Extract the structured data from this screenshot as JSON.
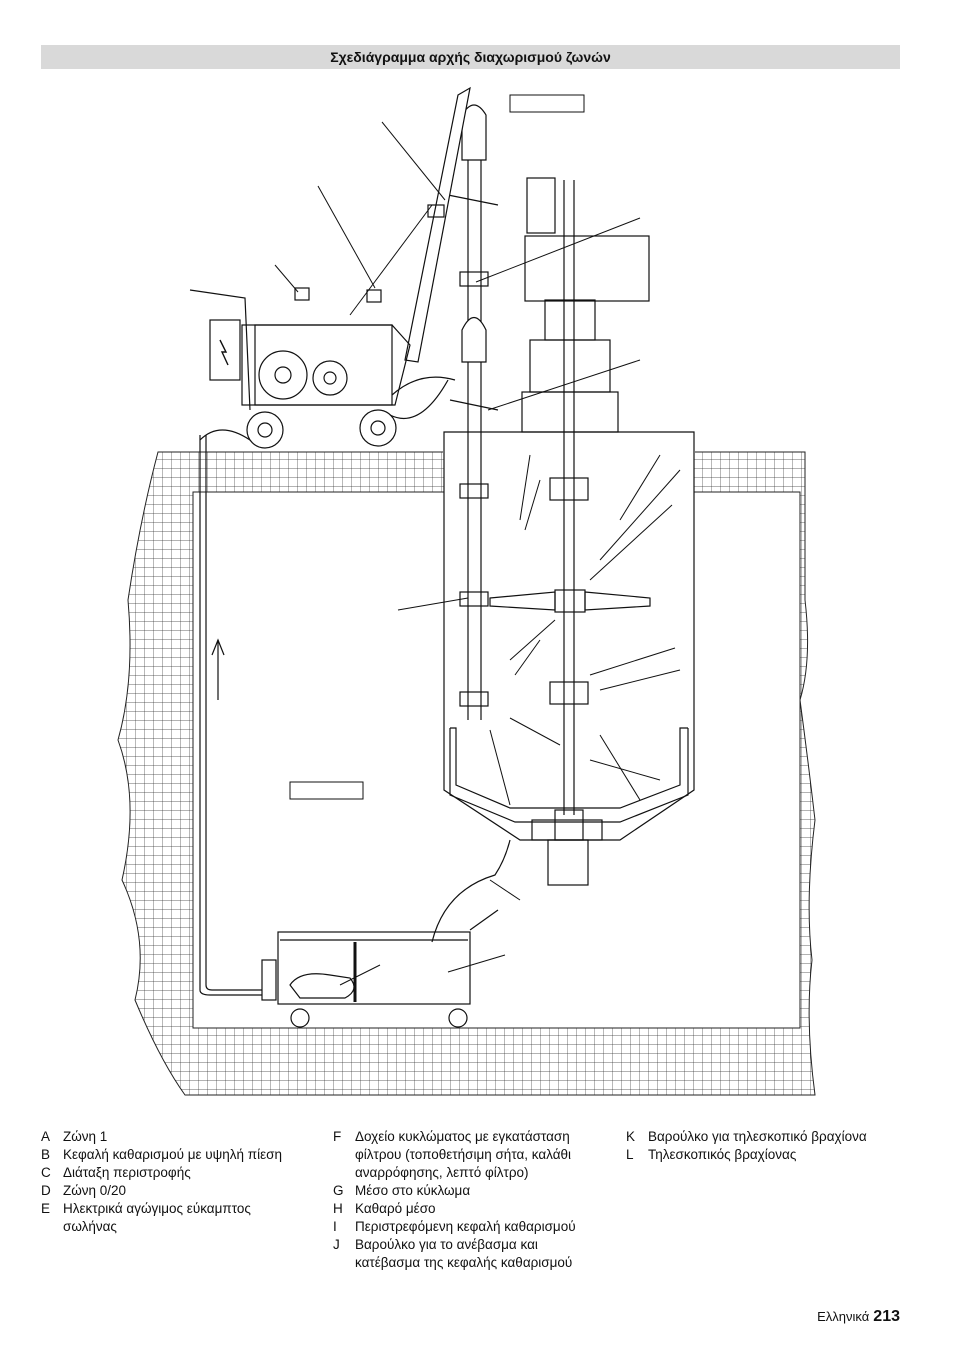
{
  "title": "Σχεδιάγραμμα αρχής διαχωρισμού ζωνών",
  "legend_columns": [
    [
      {
        "key": "A",
        "text": "Ζώνη 1"
      },
      {
        "key": "B",
        "text": "Κεφαλή καθαρισμού με υψηλή πίεση"
      },
      {
        "key": "C",
        "text": "Διάταξη περιστροφής"
      },
      {
        "key": "D",
        "text": "Ζώνη 0/20"
      },
      {
        "key": "E",
        "text": "Ηλεκτρικά αγώγιμος εύκαμπτος\nσωλήνας"
      }
    ],
    [
      {
        "key": "F",
        "text": "Δοχείο κυκλώματος με εγκατάσταση\nφίλτρου (τοποθετήσιμη σήτα, καλάθι\nαναρρόφησης, λεπτό φίλτρο)"
      },
      {
        "key": "G",
        "text": "Μέσο στο κύκλωμα"
      },
      {
        "key": "H",
        "text": "Καθαρό μέσο"
      },
      {
        "key": "I",
        "text": "Περιστρεφόμενη κεφαλή καθαρισμού"
      },
      {
        "key": "J",
        "text": "Βαρούλκο για το ανέβασμα και\nκατέβασμα της κεφαλής καθαρισμού"
      }
    ],
    [
      {
        "key": "K",
        "text": "Βαρούλκο για τηλεσκοπικό βραχίονα"
      },
      {
        "key": "L",
        "text": "Τηλεσκοπικός βραχίονας"
      }
    ]
  ],
  "footer": {
    "language": "Ελληνικά",
    "page": "213"
  }
}
